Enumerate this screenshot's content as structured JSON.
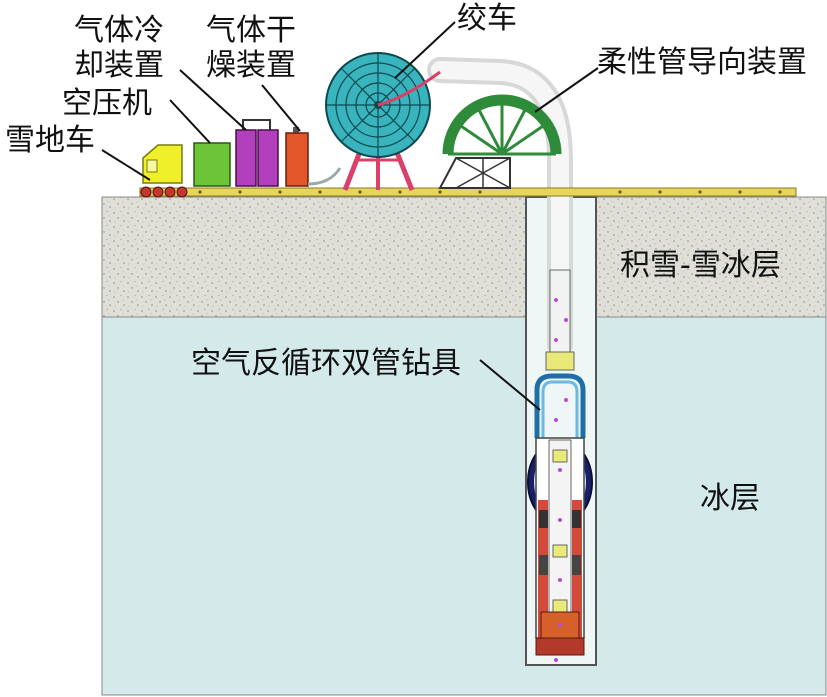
{
  "labels": {
    "snow_vehicle": "雪地车",
    "air_compressor": "空压机",
    "gas_cooling_line1": "气体冷",
    "gas_cooling_line2": "却装置",
    "gas_drying_line1": "气体干",
    "gas_drying_line2": "燥装置",
    "winch": "绞车",
    "hose_guide": "柔性管导向装置",
    "firn_layer": "积雪-雪冰层",
    "drill_tool": "空气反循环双管钻具",
    "ice_layer": "冰层"
  },
  "colors": {
    "firn": "#dcdcd5",
    "ice": "#d4eaea",
    "winch_drum": "#39b3bc",
    "winch_frame": "#d9406a",
    "guide_wheel": "#2e8b3a",
    "snow_vehicle": "#f0f02a",
    "compressor": "#6cc437",
    "cooler": "#b23fbc",
    "dryer": "#e2562a",
    "rail": "#e8d65a"
  }
}
